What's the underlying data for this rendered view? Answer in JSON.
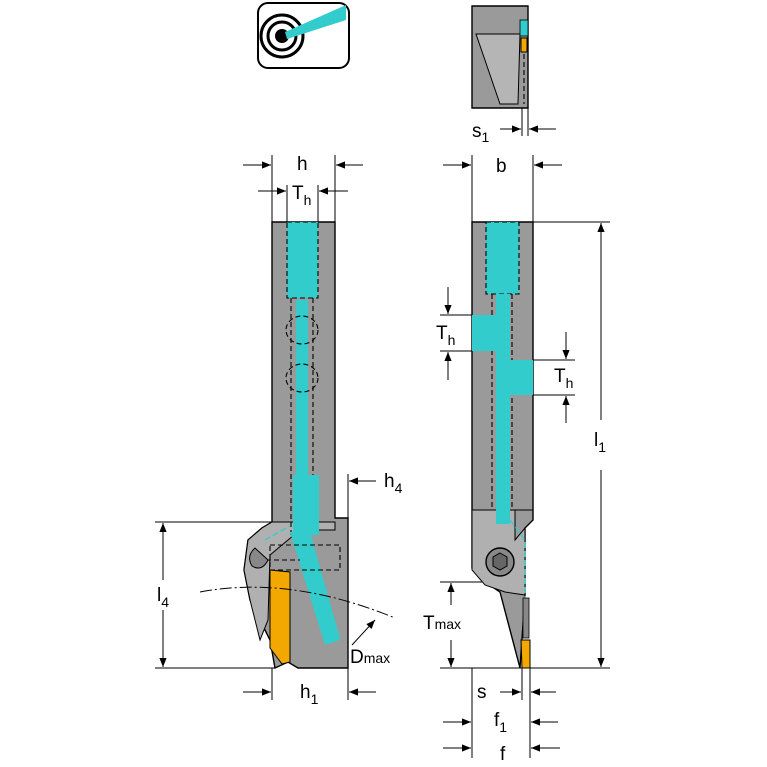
{
  "colors": {
    "body": "#9a9a9a",
    "coolant": "#33cccc",
    "insert": "#f2a800",
    "line": "#000000"
  },
  "icons": {
    "coolant_icon": "coolant-target-icon"
  },
  "labels": {
    "s1": {
      "main": "s",
      "sub": "1"
    },
    "h": {
      "main": "h",
      "sub": ""
    },
    "Th_top": {
      "main": "T",
      "sub": "h"
    },
    "b": {
      "main": "b",
      "sub": ""
    },
    "Th_left": {
      "main": "T",
      "sub": "h"
    },
    "Th_right": {
      "main": "T",
      "sub": "h"
    },
    "l1": {
      "main": "l",
      "sub": "1"
    },
    "h4": {
      "main": "h",
      "sub": "4"
    },
    "l4": {
      "main": "l",
      "sub": "4"
    },
    "Dmax": {
      "main": "D",
      "sub": "max"
    },
    "Tmax": {
      "main": "T",
      "sub": "max"
    },
    "h1": {
      "main": "h",
      "sub": "1"
    },
    "s": {
      "main": "s",
      "sub": ""
    },
    "f1": {
      "main": "f",
      "sub": "1"
    },
    "f": {
      "main": "f",
      "sub": ""
    }
  }
}
